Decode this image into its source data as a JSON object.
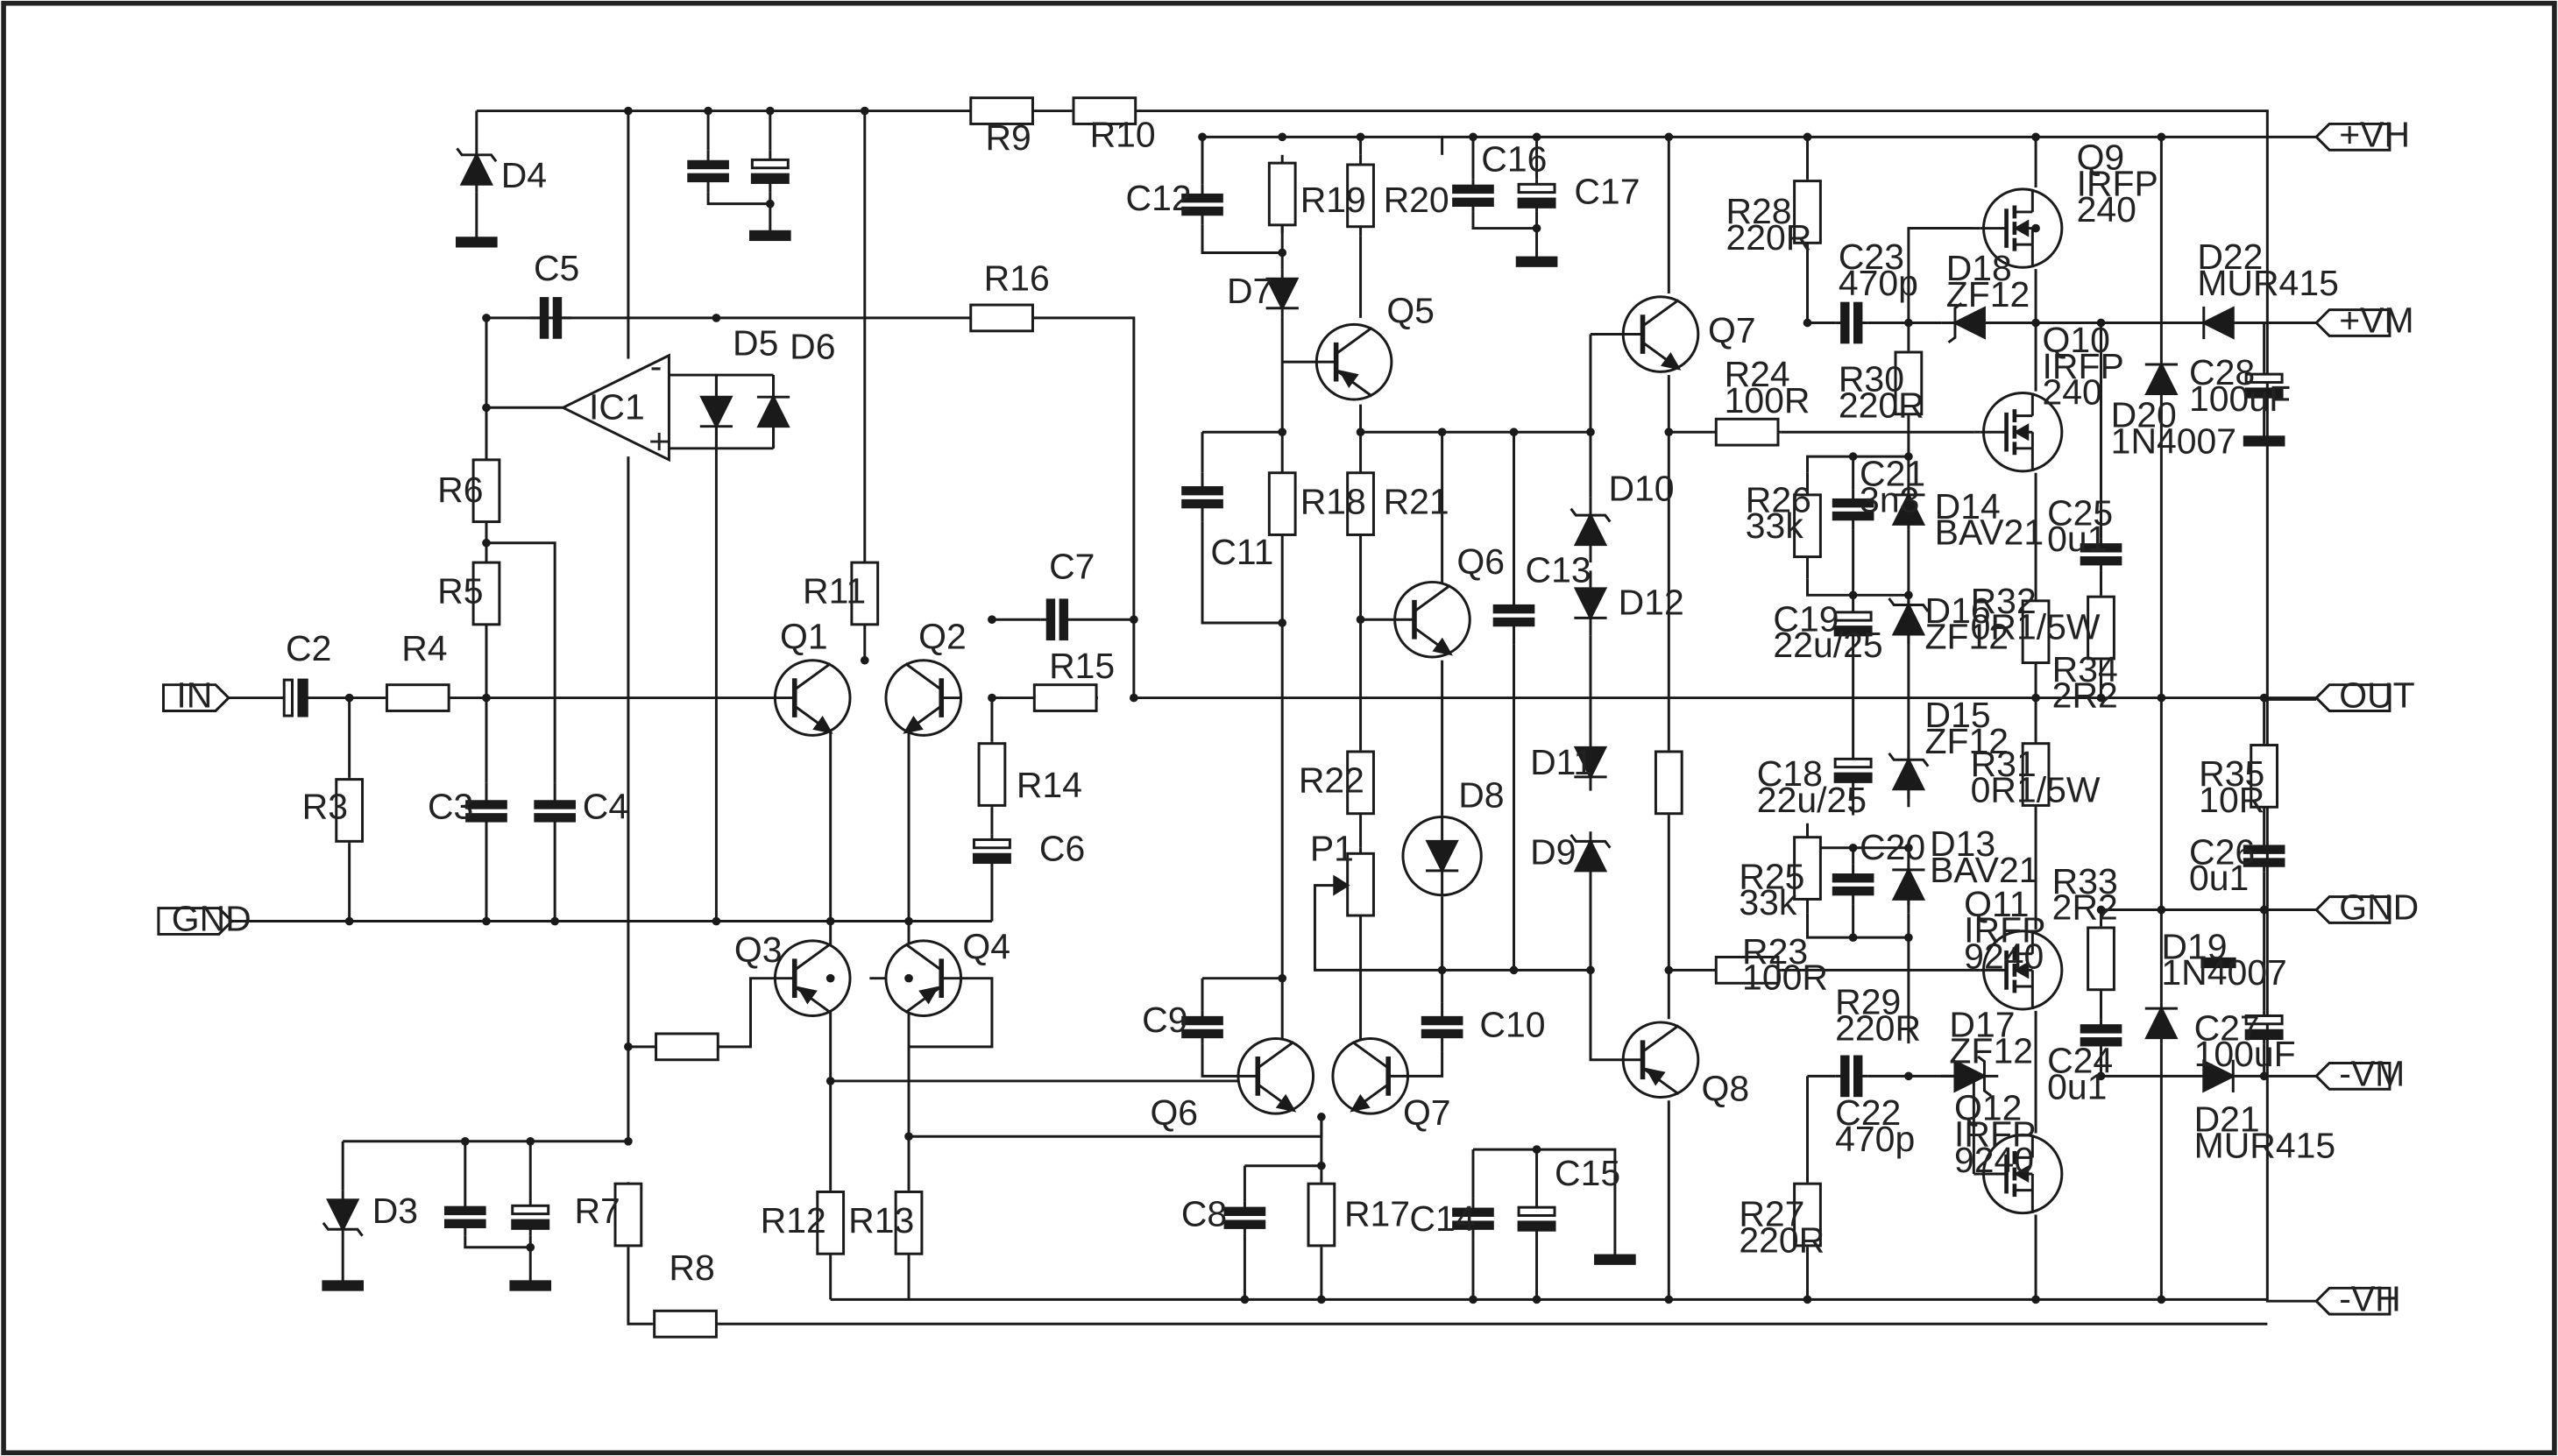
{
  "ports": {
    "in": "IN",
    "gnd_left": "GND",
    "vh_pos": "+VH",
    "vm_pos": "+VM",
    "out": "OUT",
    "gnd_right": "GND",
    "vm_neg": "-VM",
    "vh_neg": "-VH"
  },
  "ic": {
    "ref": "IC1",
    "minus": "-",
    "plus": "+"
  },
  "transistors": {
    "Q1": "Q1",
    "Q2": "Q2",
    "Q3": "Q3",
    "Q4": "Q4",
    "Q5": "Q5",
    "Q6a": "Q6",
    "Q6b": "Q6",
    "Q7a": "Q7",
    "Q7b": "Q7",
    "Q8": "Q8",
    "Q9": [
      "Q9",
      "IRFP",
      "240"
    ],
    "Q10": [
      "Q10",
      "IRFP",
      "240"
    ],
    "Q11": [
      "Q11",
      "IRFP",
      "9240"
    ],
    "Q12": [
      "Q12",
      "IRFP",
      "9240"
    ]
  },
  "resistors": {
    "R3": "R3",
    "R4": "R4",
    "R5": "R5",
    "R6": "R6",
    "R7": "R7",
    "R8": "R8",
    "R9": "R9",
    "R10": "R10",
    "R11": "R11",
    "R12": "R12",
    "R13": "R13",
    "R14": "R14",
    "R15": "R15",
    "R16": "R16",
    "R17": "R17",
    "R18": "R18",
    "R19": "R19",
    "R20": "R20",
    "R21": "R21",
    "R22": "R22",
    "R23": [
      "R23",
      "100R"
    ],
    "R24": [
      "R24",
      "100R"
    ],
    "R25": [
      "R25",
      "33k"
    ],
    "R26": [
      "R26",
      "33k"
    ],
    "R27": [
      "R27",
      "220R"
    ],
    "R28": [
      "R28",
      "220R"
    ],
    "R29": [
      "R29",
      "220R"
    ],
    "R30": [
      "R30",
      "220R"
    ],
    "R31": [
      "R31",
      "0R1/5W"
    ],
    "R32": [
      "R32",
      "0R1/5W"
    ],
    "R33": [
      "R33",
      "2R2"
    ],
    "R34": [
      "R34",
      "2R2"
    ],
    "R35": [
      "R35",
      "10R"
    ],
    "P1": "P1"
  },
  "capacitors": {
    "C2": "C2",
    "C3": "C3",
    "C4": "C4",
    "C5": "C5",
    "C6": "C6",
    "C7": "C7",
    "C8": "C8",
    "C9": "C9",
    "C10": "C10",
    "C11": "C11",
    "C12": "C12",
    "C13": "C13",
    "C14": "C14",
    "C15": "C15",
    "C16": "C16",
    "C17": "C17",
    "C18": [
      "C18",
      "22u/25"
    ],
    "C19": [
      "C19",
      "22u/25"
    ],
    "C20": "C20",
    "C21": [
      "C21",
      "3n3"
    ],
    "C22": [
      "C22",
      "470p"
    ],
    "C23": [
      "C23",
      "470p"
    ],
    "C24": [
      "C24",
      "0u1"
    ],
    "C25": [
      "C25",
      "0u1"
    ],
    "C26": [
      "C26",
      "0u1"
    ],
    "C27": [
      "C27",
      "100uF"
    ],
    "C28": [
      "C28",
      "100uF"
    ]
  },
  "diodes": {
    "D3": "D3",
    "D4": "D4",
    "D5": "D5",
    "D6": "D6",
    "D7": "D7",
    "D8": "D8",
    "D9": "D9",
    "D10": "D10",
    "D11": "D11",
    "D12": "D12",
    "D13": [
      "D13",
      "BAV21"
    ],
    "D14": [
      "D14",
      "BAV21"
    ],
    "D15": [
      "D15",
      "ZF12"
    ],
    "D16": [
      "D16",
      "ZF12"
    ],
    "D17": [
      "D17",
      "ZF12"
    ],
    "D18": [
      "D18",
      "ZF12"
    ],
    "D19": [
      "D19",
      "1N4007"
    ],
    "D20": [
      "D20",
      "1N4007"
    ],
    "D21": [
      "D21",
      "MUR415"
    ],
    "D22": [
      "D22",
      "MUR415"
    ]
  },
  "colors": {
    "ink": "#1a1a1a",
    "frame": "#222222",
    "background": "#ffffff"
  }
}
